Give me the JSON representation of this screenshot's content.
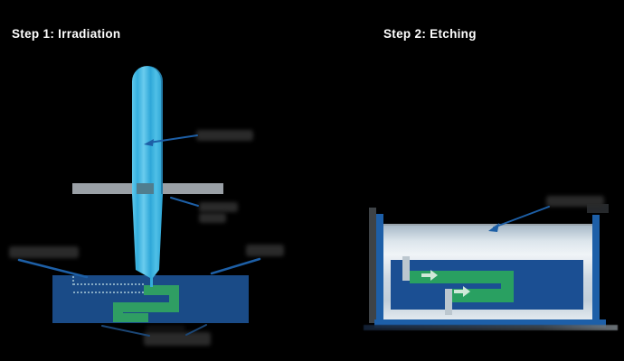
{
  "page": {
    "type": "process-diagram",
    "background": "#000000"
  },
  "steps": [
    {
      "title": "Step 1: Irradiation"
    },
    {
      "title": "Step 2: Etching"
    }
  ],
  "step1": {
    "redacted_label_count": 5,
    "parts": [
      "laser-beam",
      "aperture-bar",
      "glass-substrate",
      "written-channel",
      "planned-path-dotted"
    ]
  },
  "step2": {
    "redacted_label_count": 1,
    "parts": [
      "etching-tank",
      "etchant-liquid",
      "glass-substrate",
      "etched-channel",
      "flow-arrows"
    ]
  },
  "palette": {
    "background": "#000000",
    "title_text": "#ffffff",
    "laser_beam": "#3cb5e0",
    "aperture_gray": "#9aa0a6",
    "aperture_slit": "#507d8e",
    "substrate_step1": "#1a4b87",
    "substrate_step2": "#1b4f93",
    "channel_green": "#2f9e63",
    "planned_path_dots": "#86abc4",
    "leader_line_blue": "#1d5fa6",
    "leader_line_navy": "#1b4675",
    "tank_blue": "#1d5fa8",
    "tank_side_gray": "#3e4347",
    "tank_rim_dark": "#26292c",
    "liquid_light": "#f0f4f7",
    "liquid_dark": "#a9bac8",
    "etched_opening_gray": "#bcc7cf",
    "flow_arrow": "#cfe8d8",
    "redaction": "#2a2a2a"
  }
}
